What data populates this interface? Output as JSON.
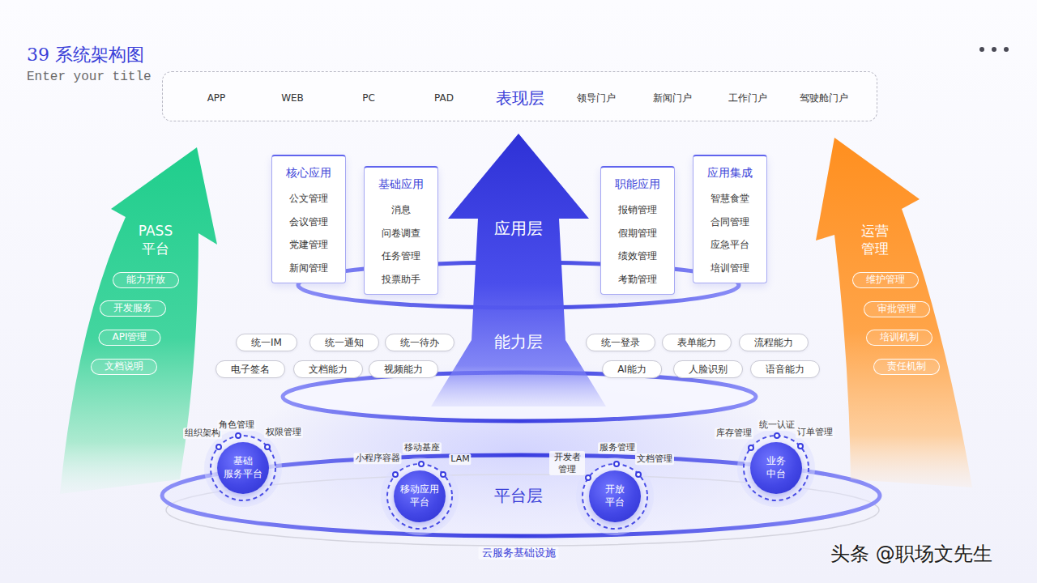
{
  "diagram": {
    "title": "39 系统架构图",
    "nodes": [
      {
        "text": [
          "APP",
          "WEB",
          "PC",
          "PAD",
          "表现层",
          "领导门户",
          "新闻门户",
          "工作门户",
          "驾驶舱门户"
        ]
      },
      {
        "text": [
          "PASS 平台"
        ]
      },
      {
        "text": [
          "能力开放"
        ],
        "in": 1
      },
      {
        "text": [
          "开发服务"
        ],
        "in": 1
      },
      {
        "text": [
          "API管理"
        ],
        "in": 1
      },
      {
        "text": [
          "文档说明"
        ],
        "in": 1
      },
      {
        "text": [
          "应用层",
          "能力层"
        ]
      },
      {
        "text": [
          "核心应用",
          "公文管理",
          "会议管理",
          "党建管理",
          "新闻管理"
        ]
      },
      {
        "text": [
          "基础应用",
          "消息",
          "问卷调查",
          "任务管理",
          "投票助手"
        ]
      },
      {
        "text": [
          "职能应用",
          "报销管理",
          "假期管理",
          "绩效管理",
          "考勤管理"
        ]
      },
      {
        "text": [
          "应用集成",
          "智慧食堂",
          "合同管理",
          "应急平台",
          "培训管理"
        ]
      },
      {
        "text": [
          "运营 管理"
        ]
      },
      {
        "text": [
          "维护管理"
        ],
        "in": 11
      },
      {
        "text": [
          "审批管理"
        ],
        "in": 11
      },
      {
        "text": [
          "培训机制"
        ],
        "in": 11
      },
      {
        "text": [
          "责任机制"
        ],
        "in": 11
      },
      {
        "text": [
          "统一IM"
        ]
      },
      {
        "text": [
          "统一通知"
        ]
      },
      {
        "text": [
          "统一待办"
        ]
      },
      {
        "text": [
          "统一登录"
        ]
      },
      {
        "text": [
          "表单能力"
        ]
      },
      {
        "text": [
          "流程能力"
        ]
      },
      {
        "text": [
          "电子签名"
        ]
      },
      {
        "text": [
          "文档能力"
        ]
      },
      {
        "text": [
          "视频能力"
        ]
      },
      {
        "text": [
          "AI能力"
        ]
      },
      {
        "text": [
          "人脸识别"
        ]
      },
      {
        "text": [
          "语音能力"
        ]
      },
      {
        "text": [
          "基础 服务平台"
        ]
      },
      {
        "text": [
          "移动应用 平台"
        ]
      },
      {
        "text": [
          "开放 平台"
        ]
      },
      {
        "text": [
          "业务 中台"
        ]
      }
    ],
    "labels": [
      "Enter your title",
      "组织架构",
      "角色管理",
      "权限管理",
      "小程序容器",
      "移动基座",
      "LAM",
      "开发者 管理",
      "服务管理",
      "文档管理",
      "库存管理",
      "统一认证",
      "订单管理",
      "平台层",
      "云服务基础设施",
      "头条 @职场文先生"
    ]
  }
}
